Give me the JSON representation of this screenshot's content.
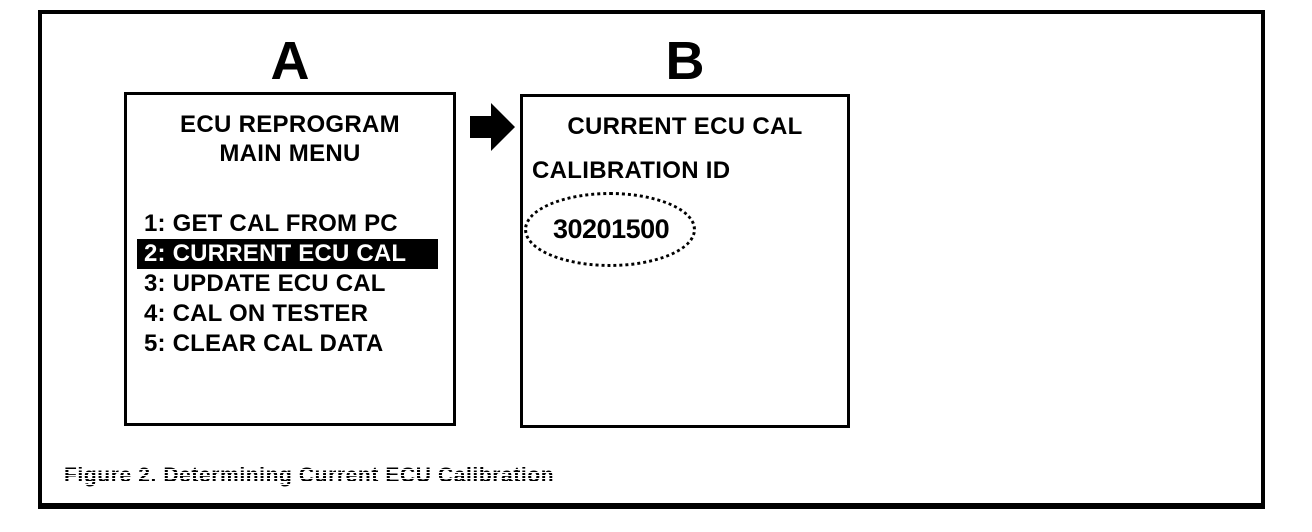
{
  "figure": {
    "panel_a_label": "A",
    "panel_b_label": "B",
    "caption": "Figure 2. Determining Current ECU Calibration"
  },
  "screen_a": {
    "title_line1": "ECU REPROGRAM",
    "title_line2": "MAIN MENU",
    "menu_items": [
      {
        "text": "1: GET CAL FROM PC",
        "selected": false
      },
      {
        "text": "2: CURRENT ECU CAL",
        "selected": true
      },
      {
        "text": "3: UPDATE ECU CAL",
        "selected": false
      },
      {
        "text": "4: CAL ON TESTER",
        "selected": false
      },
      {
        "text": "5: CLEAR CAL DATA",
        "selected": false
      }
    ]
  },
  "screen_b": {
    "title": "CURRENT ECU CAL",
    "field_label": "CALIBRATION ID",
    "calibration_id": "30201500"
  },
  "icons": {
    "arrow": "right-block-arrow-icon"
  },
  "colors": {
    "foreground": "#000000",
    "background": "#ffffff",
    "highlight_bg": "#000000",
    "highlight_text": "#ffffff"
  }
}
